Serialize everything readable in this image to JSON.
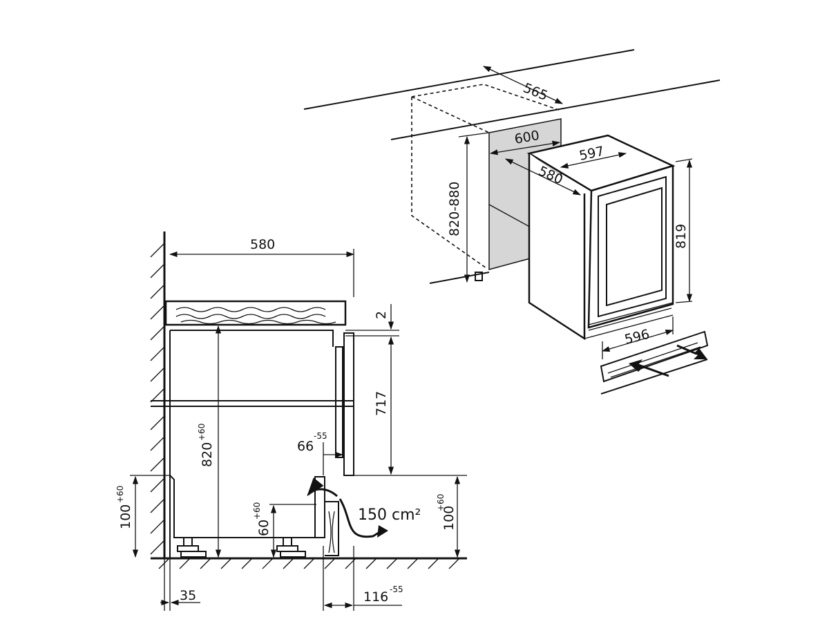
{
  "labels": {
    "top_depth": "580",
    "gap_top": "2",
    "niche_upper": "717",
    "niche_height": "820",
    "niche_height_tol": "+60",
    "left_plinth": "100",
    "left_plinth_tol": "+60",
    "right_plinth": "100",
    "right_plinth_tol": "+60",
    "foot_height": "60",
    "foot_height_tol": "+60",
    "door_offset": "66",
    "door_offset_tol": "-55",
    "vent_area": "150 cm²",
    "rear_offset": "35",
    "plinth_offset": "116",
    "plinth_offset_tol": "-55",
    "iso_depth": "565",
    "iso_width_niche": "600",
    "iso_width": "597",
    "iso_depth_unit": "580",
    "iso_height_range": "820-880",
    "iso_height": "819",
    "iso_plinth_width": "596"
  }
}
